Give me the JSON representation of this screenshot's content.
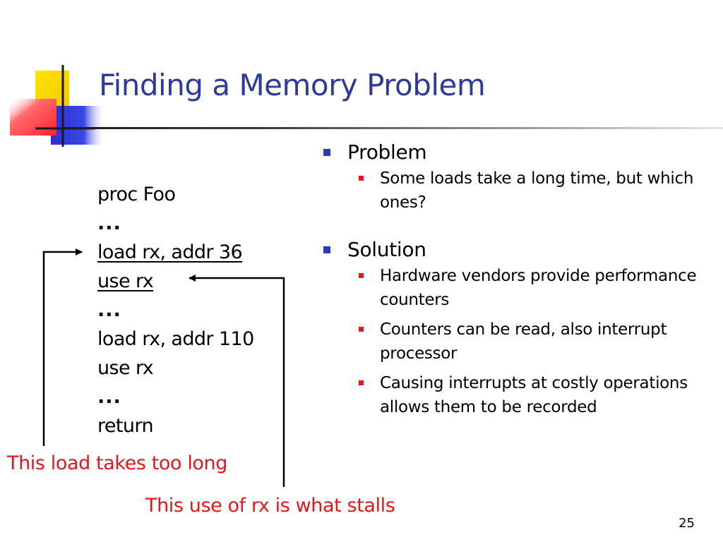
{
  "slide": {
    "title": "Finding a Memory Problem",
    "page_number": "25"
  },
  "code": {
    "lines": [
      {
        "text": "proc Foo",
        "style": "plain"
      },
      {
        "text": "...",
        "style": "ellipsis"
      },
      {
        "text": "load rx, addr 36",
        "style": "underline"
      },
      {
        "text": "use rx",
        "style": "underline"
      },
      {
        "text": "...",
        "style": "ellipsis"
      },
      {
        "text": "load rx, addr 110",
        "style": "plain"
      },
      {
        "text": "use rx",
        "style": "plain"
      },
      {
        "text": "...",
        "style": "ellipsis"
      },
      {
        "text": "return",
        "style": "plain"
      }
    ]
  },
  "annotations": {
    "load_note": "This load takes too long",
    "use_note": "This use of rx is what stalls"
  },
  "bullets": {
    "problem": {
      "heading": "Problem",
      "items": [
        "Some loads take a long time, but which ones?"
      ]
    },
    "solution": {
      "heading": "Solution",
      "items": [
        "Hardware vendors provide performance counters",
        "Counters can be read, also interrupt processor",
        "Causing interrupts at costly operations allows them to be recorded"
      ]
    }
  },
  "colors": {
    "title": "#2e3a9a",
    "annotation": "#e3161c",
    "bullet_level1": "#2b3bb6",
    "bullet_level2": "#e3161c"
  }
}
